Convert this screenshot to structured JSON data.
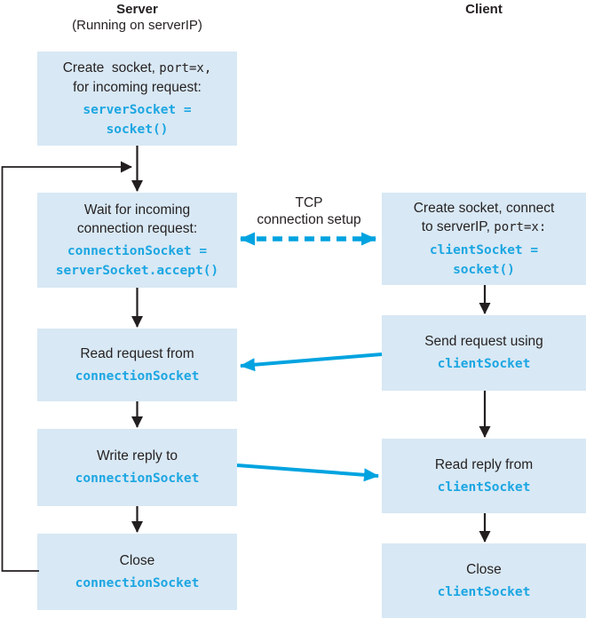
{
  "colors": {
    "box_fill": "#d8e8f4",
    "code_color": "#1ba6e2",
    "arrow_cyan": "#00a3e0",
    "arrow_black": "#231f20",
    "text_color": "#262223"
  },
  "headers": {
    "server_line1": "Server",
    "server_line2": "(Running on serverIP)",
    "client": "Client"
  },
  "tcp_label": {
    "line1": "TCP",
    "line2": "connection setup"
  },
  "server": {
    "boxes": [
      {
        "text1": "Create  socket, ",
        "code_inline": "port=x,",
        "text2": "for incoming request:",
        "code1": "serverSocket =",
        "code2": "socket()"
      },
      {
        "text1": "Wait for incoming",
        "text2": "connection request:",
        "code1": "connectionSocket =",
        "code2": "serverSocket.accept()"
      },
      {
        "text1": "Read request from",
        "code1": "connectionSocket"
      },
      {
        "text1": "Write reply to",
        "code1": "connectionSocket"
      },
      {
        "text1": "Close",
        "code1": "connectionSocket"
      }
    ]
  },
  "client": {
    "boxes": [
      {
        "text1": "Create socket, connect",
        "text2": "to serverIP, ",
        "code_inline": "port=x:",
        "code1": "clientSocket =",
        "code2": "socket()"
      },
      {
        "text1": "Send request using",
        "code1": "clientSocket"
      },
      {
        "text1": "Read reply from",
        "code1": "clientSocket"
      },
      {
        "text1": "Close",
        "code1": "clientSocket"
      }
    ]
  }
}
